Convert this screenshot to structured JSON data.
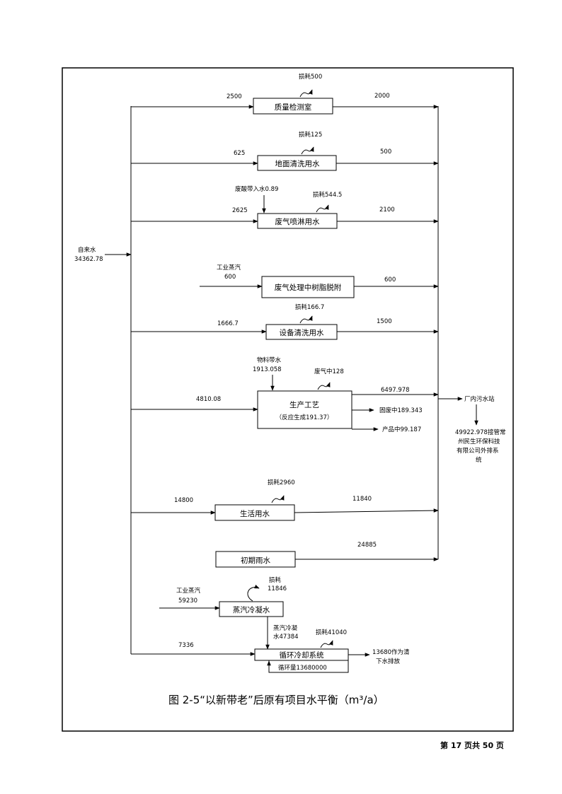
{
  "figure": {
    "caption": "图 2-5“以新带老”后原有项目水平衡（m³/a）",
    "source_label": "自来水",
    "source_value": "34362.78"
  },
  "processes": {
    "quality": {
      "label": "质量检测室",
      "in": "2500",
      "out": "2000",
      "loss": "损耗500"
    },
    "floor": {
      "label": "地面清洗用水",
      "in": "625",
      "out": "500",
      "loss": "损耗125"
    },
    "gas_spray": {
      "label": "废气喷淋用水",
      "in": "2625",
      "out": "2100",
      "loss": "损耗544.5",
      "extra_in": "废酸带入水0.89"
    },
    "resin": {
      "label": "废气处理中树脂脱附",
      "steam_in_label": "工业蒸汽",
      "steam_in_value": "600",
      "out": "600"
    },
    "equipment": {
      "label": "设备清洗用水",
      "in": "1666.7",
      "out": "1500",
      "loss": "损耗166.7"
    },
    "production": {
      "label": "生产工艺",
      "sublabel": "（反应生成191.37）",
      "in": "4810.08",
      "material_in_label": "物料带水",
      "material_in_value": "1913.058",
      "loss": "废气中128",
      "out": "6497.978",
      "out_solid": "固废中189.343",
      "out_product": "产品中99.187"
    },
    "domestic": {
      "label": "生活用水",
      "in": "14800",
      "out": "11840",
      "loss": "损耗2960"
    },
    "rain": {
      "label": "初期雨水",
      "out": "24885"
    },
    "condensate": {
      "label": "蒸汽冷凝水",
      "steam_in_label": "工业蒸汽",
      "steam_in_value": "59230",
      "loss_label": "损耗",
      "loss_value": "11846",
      "down_label_1": "蒸汽冷凝",
      "down_label_2": "水47384"
    },
    "cooling": {
      "label": "循环冷却系统",
      "in": "7336",
      "loss": "损耗41040",
      "recycle": "循环量13680000",
      "out_1": "13680作为清",
      "out_2": "下水排放"
    }
  },
  "sink": {
    "label": "厂内污水站",
    "discharge_1": "49922.978接管常",
    "discharge_2": "州民生环保科技",
    "discharge_3": "有限公司外排系",
    "discharge_4": "统"
  },
  "footer": {
    "page": "第 17 页共 50 页"
  }
}
